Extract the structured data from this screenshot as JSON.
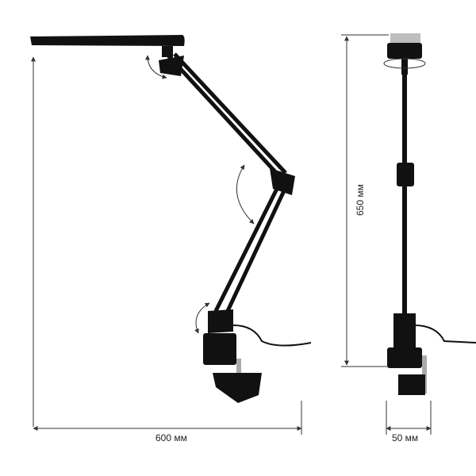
{
  "dimensions": {
    "width_label": "600 мм",
    "height_label": "650 мм",
    "base_width_label": "50 мм"
  },
  "colors": {
    "lamp": "#111111",
    "dimension_line": "#333333",
    "head_side": "#bdbdbd"
  }
}
